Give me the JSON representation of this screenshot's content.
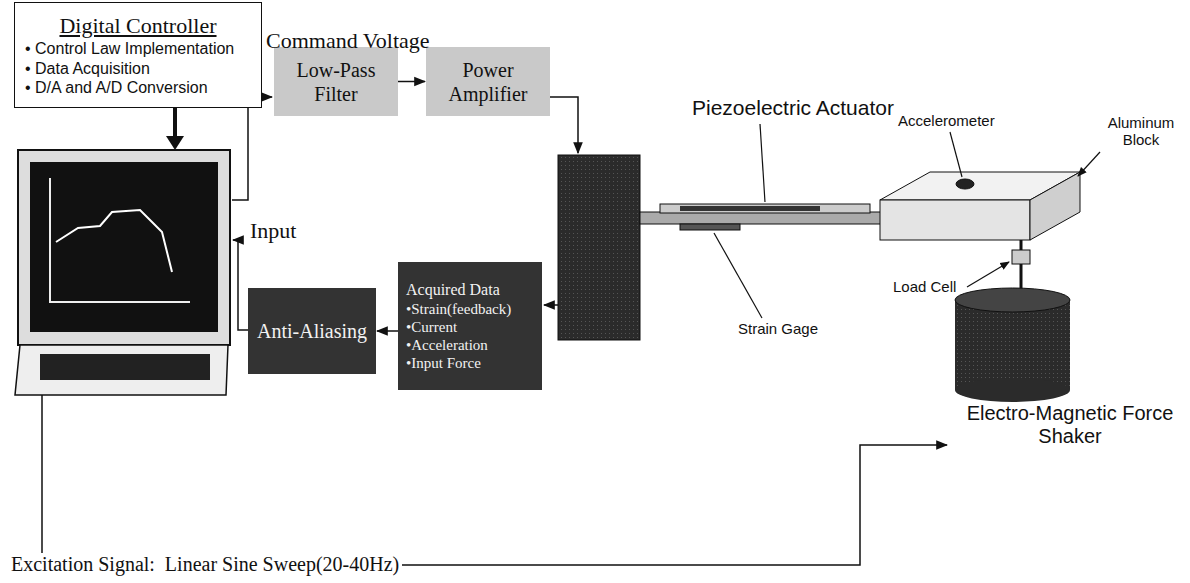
{
  "diagram": {
    "nodes": [
      {
        "text": [
          "Digital Controller",
          "• Control Law Implementation",
          "• Data Acquisition",
          "• D/A and A/D Conversion"
        ]
      },
      {
        "text": [
          "Low-Pass Filter"
        ]
      },
      {
        "text": [
          "Power Amplifier"
        ]
      },
      {
        "text": [
          "Acquired Data",
          "•Strain(feedback)",
          "•Current",
          "•Acceleration",
          "•Input Force"
        ]
      },
      {
        "text": [
          "Anti-Aliasing"
        ]
      }
    ],
    "edges": [
      {
        "from": 1,
        "to": 2,
        "arrow": "to"
      },
      {
        "from": 3,
        "to": 4,
        "arrow": "to"
      }
    ],
    "labels": [
      "Command Voltage",
      "Input",
      "Piezoelectric Actuator",
      "Accelerometer",
      "Aluminum Block",
      "Load Cell",
      "Strain Gage",
      "Electro-Magnetic Force Shaker",
      "Excitation Signal:  Linear Sine Sweep(20-40Hz)"
    ]
  }
}
